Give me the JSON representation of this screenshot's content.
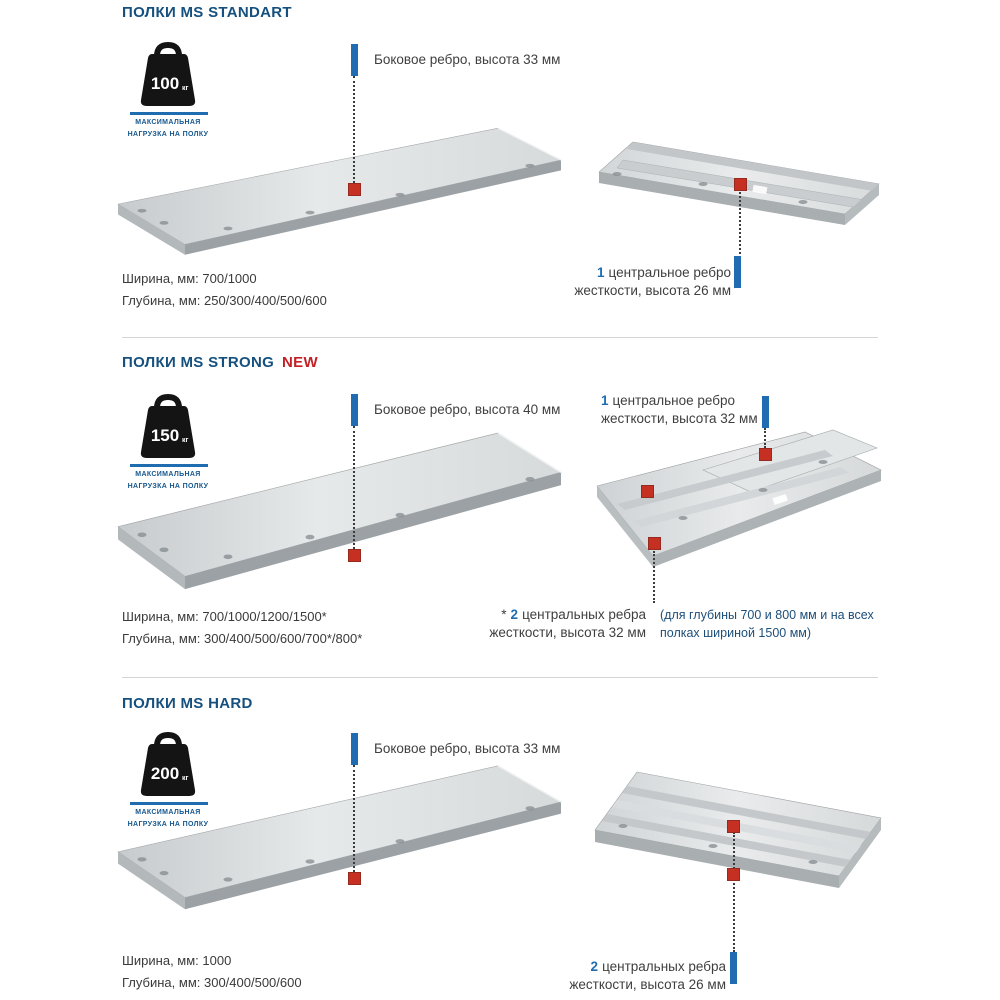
{
  "document": {
    "type": "product-catalog-sheet",
    "language": "ru"
  },
  "colors": {
    "title_blue": "#15507e",
    "badge_red": "#c42126",
    "accent_blue": "#1f6cb0",
    "marker_red": "#c53022",
    "label_gray": "#3f3f3f"
  },
  "sections": [
    {
      "title": "ПОЛКИ MS STANDART",
      "weight": {
        "value": "100",
        "unit": "кг",
        "caption_line1": "МАКСИМАЛЬНАЯ",
        "caption_line2": "НАГРУЗКА НА ПОЛКУ"
      },
      "side_rib_label": "Боковое ребро, высота 33 мм",
      "specs": {
        "width": "Ширина, мм: 700/1000",
        "depth": "Глубина, мм: 250/300/400/500/600"
      },
      "center_rib": {
        "number": "1",
        "text": "центральное ребро жесткости, высота 26 мм"
      }
    },
    {
      "title": "ПОЛКИ MS STRONG",
      "badge": "NEW",
      "weight": {
        "value": "150",
        "unit": "кг",
        "caption_line1": "МАКСИМАЛЬНАЯ",
        "caption_line2": "НАГРУЗКА НА ПОЛКУ"
      },
      "side_rib_label": "Боковое ребро, высота 40 мм",
      "center_rib_top": {
        "number": "1",
        "text": "центральное ребро жесткости, высота 32 мм"
      },
      "specs": {
        "width": "Ширина, мм: 700/1000/1200/1500*",
        "depth": "Глубина, мм: 300/400/500/600/700*/800*"
      },
      "star_note": {
        "star": "*",
        "number": "2",
        "text": "центральных ребра жесткости, высота 32 мм"
      },
      "paren_note": "(для глубины 700 и 800 мм и на всех полках шириной 1500 мм)"
    },
    {
      "title": "ПОЛКИ MS HARD",
      "weight": {
        "value": "200",
        "unit": "кг",
        "caption_line1": "МАКСИМАЛЬНАЯ",
        "caption_line2": "НАГРУЗКА НА ПОЛКУ"
      },
      "side_rib_label": "Боковое ребро, высота 33 мм",
      "specs": {
        "width": "Ширина, мм: 1000",
        "depth": "Глубина, мм: 300/400/500/600"
      },
      "center_rib": {
        "number": "2",
        "text": "центральных ребра жесткости, высота 26 мм"
      }
    }
  ]
}
